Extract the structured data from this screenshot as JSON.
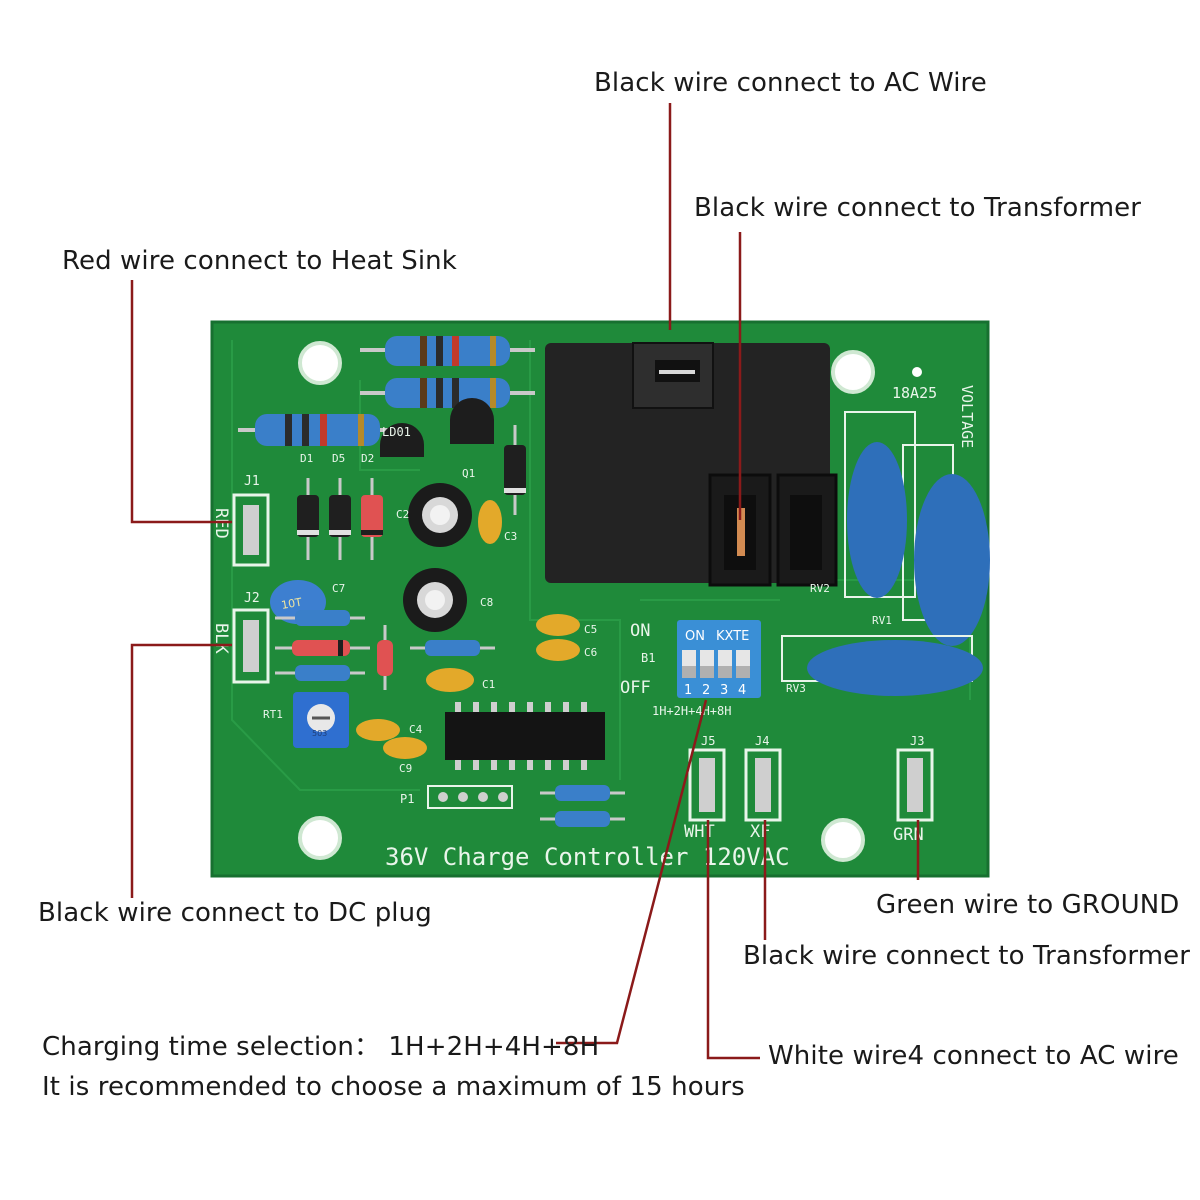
{
  "callouts": {
    "ac_wire": "Black wire connect to AC Wire",
    "transformer_top": "Black wire connect to Transformer",
    "heat_sink": "Red wire connect to Heat Sink",
    "dc_plug": "Black wire connect to DC plug",
    "ground": "Green wire to GROUND",
    "transformer_bottom": "Black wire connect to Transformer",
    "charging_time": "Charging time selection： 1H+2H+4H+8H",
    "white_wire": "White wire4 connect to AC wire",
    "recommendation": "It is recommended to choose a maximum of 15 hours"
  },
  "board": {
    "title": "36V Charge Controller 120VAC",
    "code": "18A25",
    "voltage": "VOLTAGE",
    "connectors": {
      "j1": "J1",
      "j1_wire": "RED",
      "j2": "J2",
      "j2_wire": "BLK",
      "j3": "J3",
      "j3_wire": "GRN",
      "j4": "J4",
      "j4_wire": "XF",
      "j5": "J5",
      "j5_wire": "WHT"
    },
    "dip_switch": {
      "on_label": "ON",
      "brand": "KXTE",
      "positions": [
        "1",
        "2",
        "3",
        "4"
      ],
      "board_on": "ON",
      "board_off": "OFF",
      "board_ref": "B1",
      "timing": "1H+2H+4H+8H"
    },
    "parts": {
      "ld01": "LD01",
      "q1": "Q1",
      "d1": "D1",
      "d5": "D5",
      "d2": "D2",
      "c2": "C2",
      "c3": "C3",
      "c7": "C7",
      "c8": "C8",
      "c5": "C5",
      "c6": "C6",
      "c1": "C1",
      "c4": "C4",
      "c9": "C9",
      "rt1": "RT1",
      "p1": "P1",
      "rv1": "RV1",
      "rv2": "RV2",
      "rv3": "RV3",
      "cap_code": "10T",
      "pot_code": "503"
    }
  },
  "colors": {
    "pcb": "#1f8a3a",
    "leader": "#8b1a1a",
    "relay": "#232323",
    "varistor": "#2e6fba",
    "dip": "#3a8fd6"
  }
}
